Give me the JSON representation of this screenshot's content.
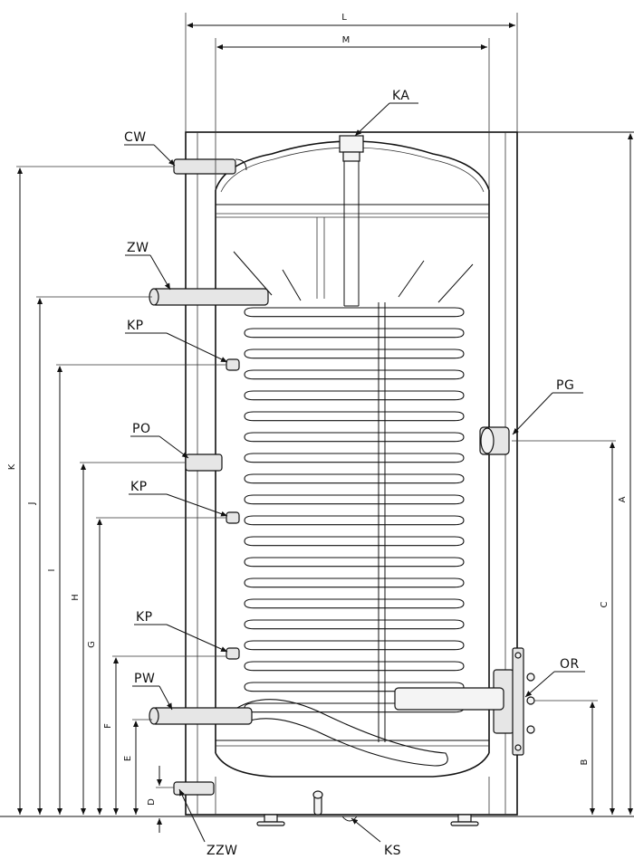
{
  "callouts": [
    {
      "id": "cw",
      "text": "CW"
    },
    {
      "id": "ka",
      "text": "KA"
    },
    {
      "id": "zw",
      "text": "ZW"
    },
    {
      "id": "kp1",
      "text": "KP"
    },
    {
      "id": "pg",
      "text": "PG"
    },
    {
      "id": "po",
      "text": "PO"
    },
    {
      "id": "kp2",
      "text": "KP"
    },
    {
      "id": "kp3",
      "text": "KP"
    },
    {
      "id": "or",
      "text": "OR"
    },
    {
      "id": "pw",
      "text": "PW"
    },
    {
      "id": "zzw",
      "text": "ZZW"
    },
    {
      "id": "ks",
      "text": "KS"
    }
  ],
  "dimensions": {
    "L": "L",
    "M": "M",
    "K": "K",
    "J": "J",
    "I": "I",
    "H": "H",
    "G": "G",
    "F": "F",
    "E": "E",
    "D": "D",
    "A": "A",
    "C": "C",
    "B": "B"
  },
  "colors": {
    "line": "#111111",
    "background": "#ffffff",
    "pipe_fill": "#e6e6e6"
  }
}
